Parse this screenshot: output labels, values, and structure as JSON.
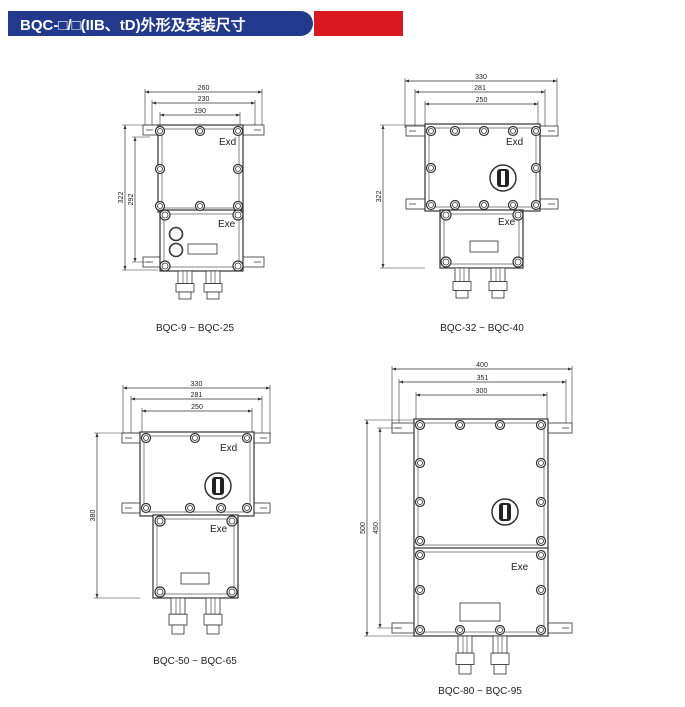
{
  "header": {
    "title": "BQC-□/□(IIB、tD)外形及安装尺寸",
    "colors": {
      "blue": "#233a8c",
      "red": "#d9181f"
    }
  },
  "diagrams": [
    {
      "caption": "BQC-9 ~ BQC-25",
      "widths": [
        "260",
        "230",
        "190"
      ],
      "heights": [
        "322",
        "292"
      ],
      "labels": [
        "Exd",
        "Exe"
      ]
    },
    {
      "caption": "BQC-32 ~ BQC-40",
      "widths": [
        "330",
        "281",
        "250"
      ],
      "heights": [
        "322"
      ],
      "labels": [
        "Exd",
        "Exe"
      ]
    },
    {
      "caption": "BQC-50 ~ BQC-65",
      "widths": [
        "330",
        "281",
        "250"
      ],
      "heights": [
        "380"
      ],
      "labels": [
        "Exd",
        "Exe"
      ]
    },
    {
      "caption": "BQC-80 ~ BQC-95",
      "widths": [
        "400",
        "351",
        "300"
      ],
      "heights": [
        "500",
        "450"
      ],
      "labels": [
        "Exe"
      ]
    }
  ]
}
